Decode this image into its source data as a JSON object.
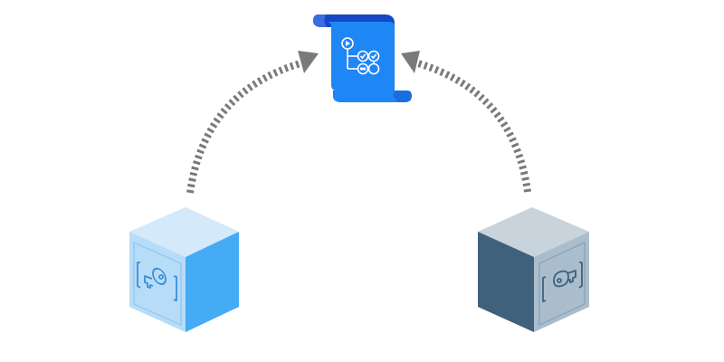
{
  "diagram": {
    "nodes": [
      {
        "id": "workflow-scroll",
        "icon": "workflow-scroll-icon",
        "glyph": "workflow-steps"
      },
      {
        "id": "vault-left",
        "icon": "key-vault-icon",
        "style": "light-blue"
      },
      {
        "id": "vault-right",
        "icon": "key-vault-icon",
        "style": "dark-slate"
      }
    ],
    "connections": [
      {
        "from": "vault-left",
        "to": "workflow-scroll",
        "style": "dashed-arrow"
      },
      {
        "from": "vault-right",
        "to": "workflow-scroll",
        "style": "dashed-arrow"
      }
    ],
    "colors": {
      "arrow": "#7a7a7a",
      "scroll_main": "#1f86f5",
      "scroll_dark": "#1448c4",
      "scroll_line": "#ffffff",
      "vault_left_top": "#d4e9fa",
      "vault_left_front": "#b7dcf8",
      "vault_left_side": "#45abf5",
      "vault_right_top": "#c8d3dc",
      "vault_right_front": "#3f617c",
      "vault_right_side": "#a9bdcd"
    }
  }
}
